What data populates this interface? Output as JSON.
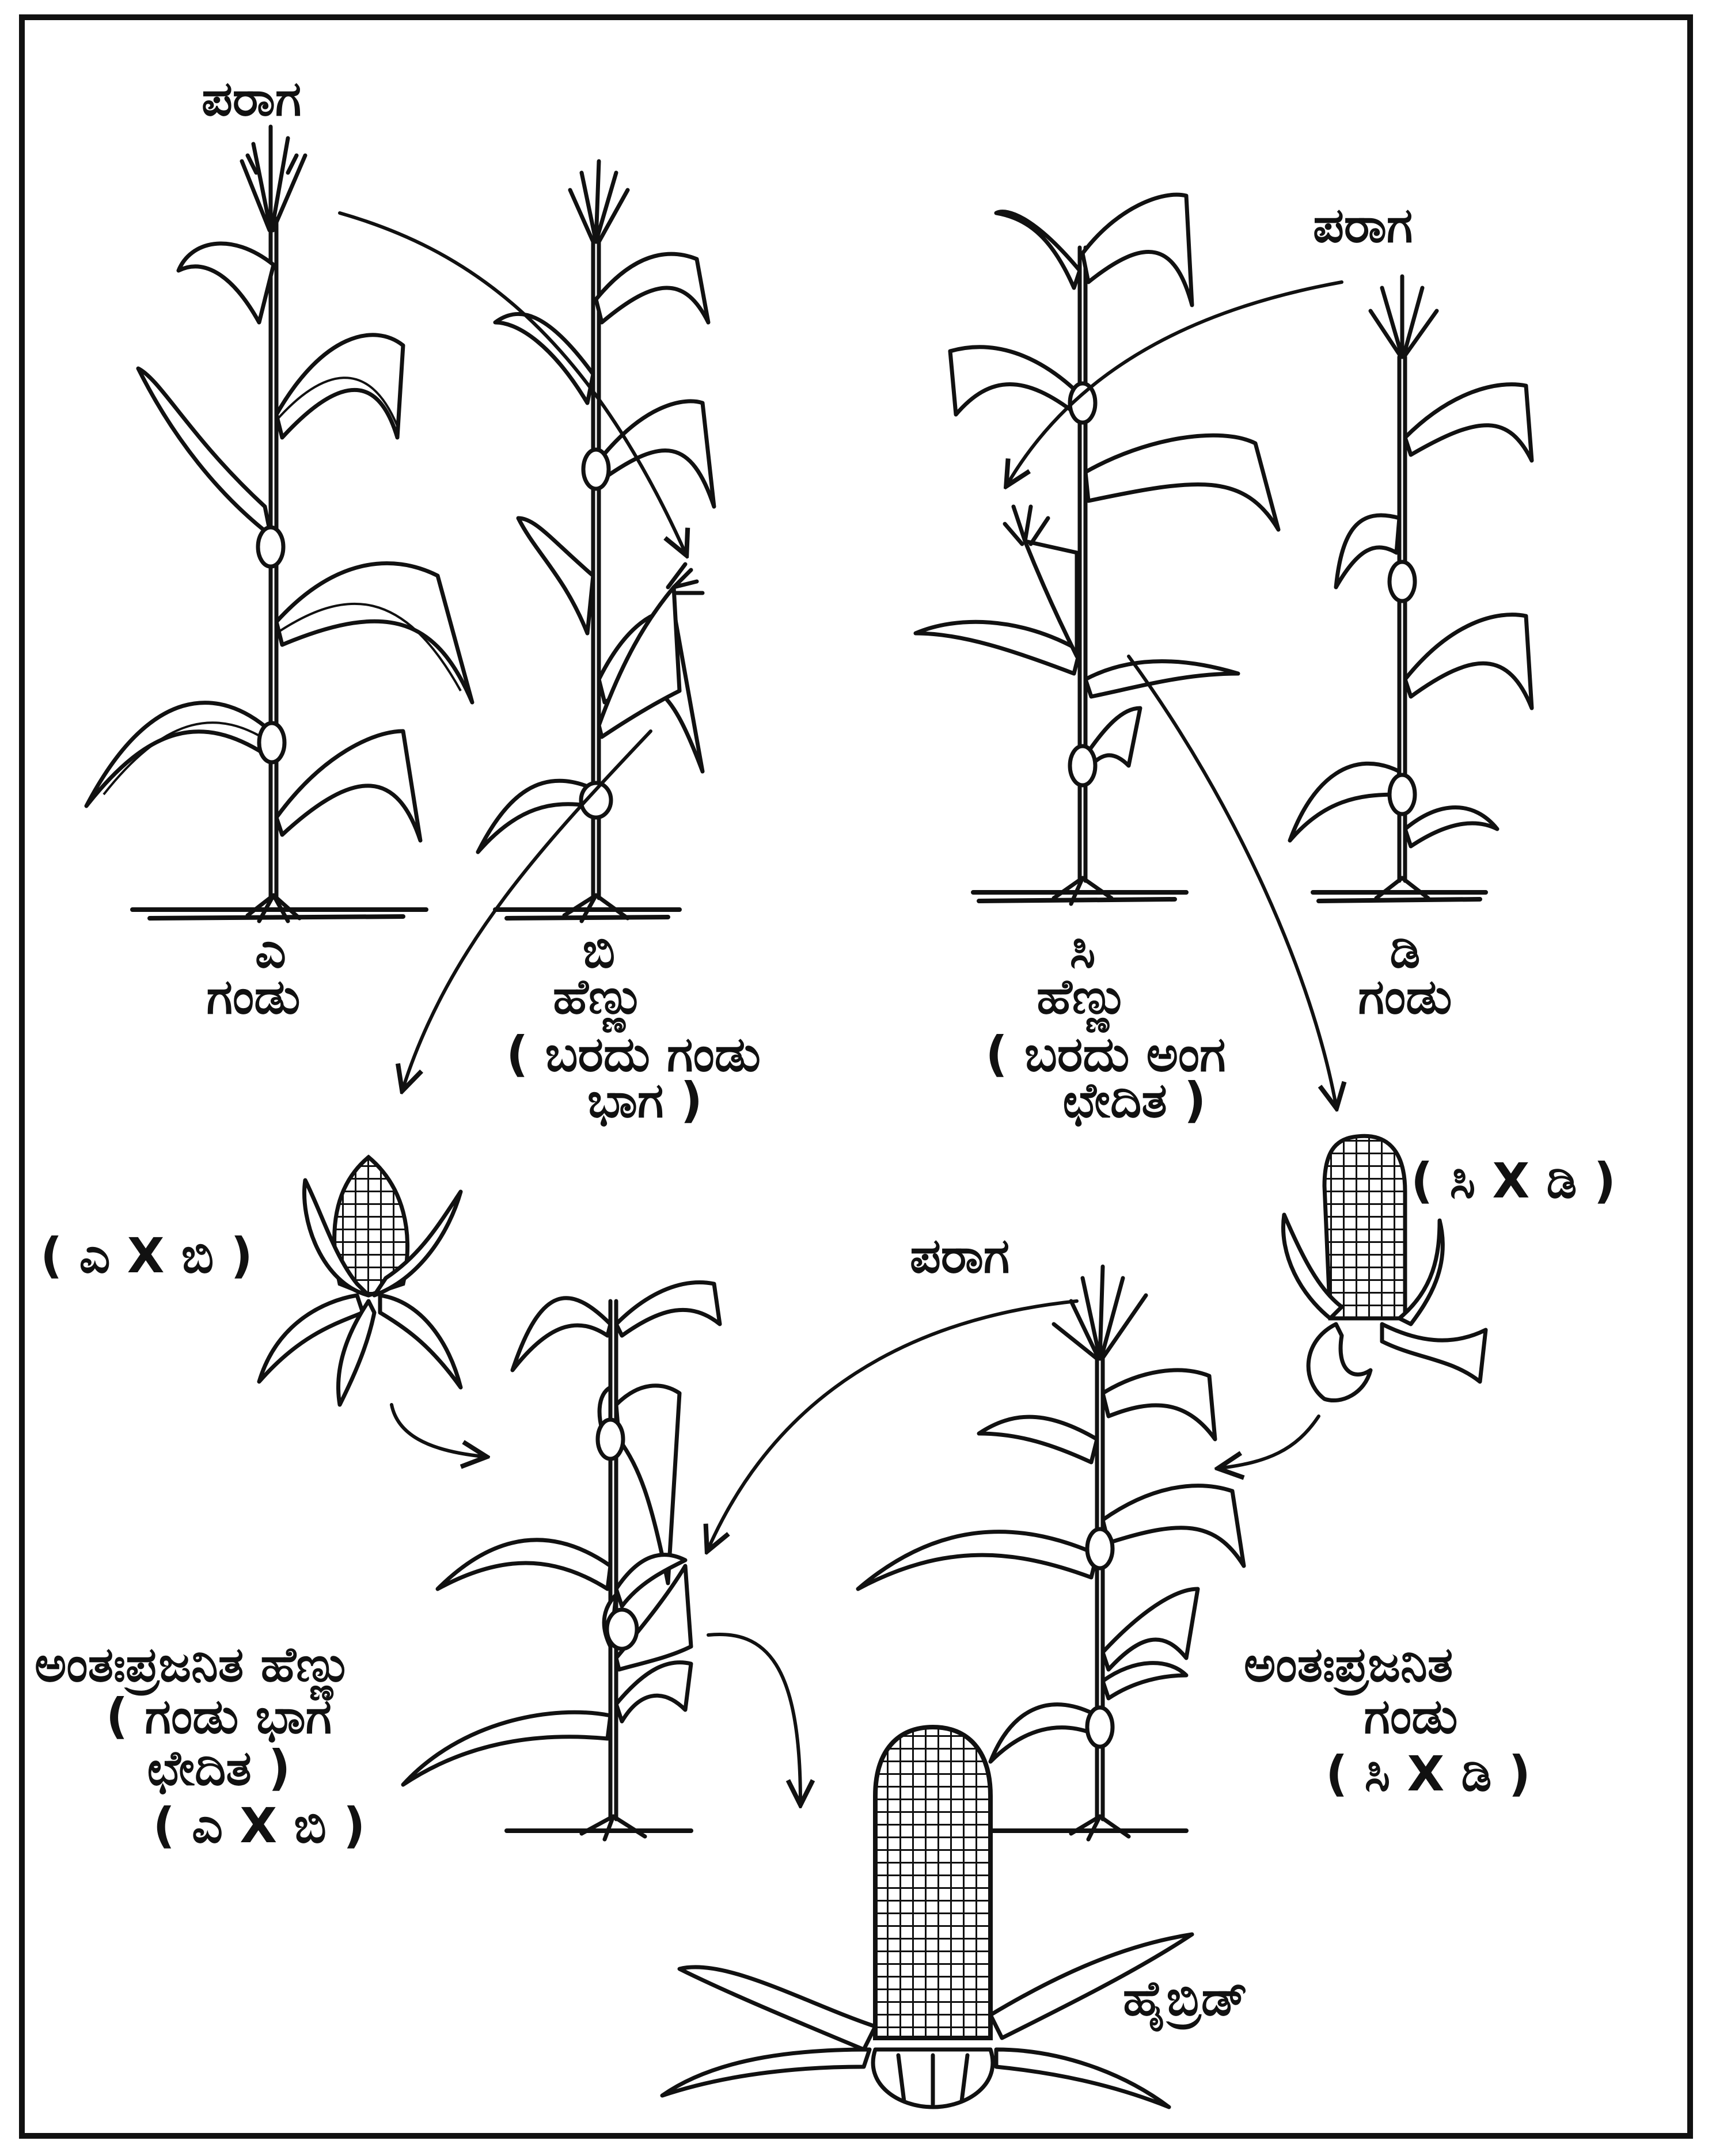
{
  "plants": {
    "a": {
      "pollen_label": "ಪರಾಗ",
      "letter": "ಎ",
      "role": "ಗಂಡು"
    },
    "b": {
      "letter": "ಬಿ",
      "role": "ಹೆಣ್ಣು",
      "note_line1": "( ಬರದು ಗಂಡು",
      "note_line2": "ಭಾಗ )"
    },
    "c": {
      "letter": "ಸಿ",
      "role": "ಹೆಣ್ಣು",
      "note_line1": "( ಬರದು ಅಂಗ",
      "note_line2": "ಛೇದಿತ )"
    },
    "d": {
      "pollen_label": "ಪರಾಗ",
      "letter": "ಡಿ",
      "role": "ಗಂಡು"
    }
  },
  "crosses": {
    "ab_cob": "( ಎ X ಬಿ )",
    "cd_cob": "( ಸಿ X ಡಿ )",
    "pollen_label": "ಪರಾಗ"
  },
  "inbred_female": {
    "line1": "ಅಂತಃಪ್ರಜನಿತ ಹೆಣ್ಣು",
    "line2": "( ಗಂಡು ಭಾಗ",
    "line3": "ಛೇದಿತ )",
    "line4": "( ಎ X ಬಿ )"
  },
  "inbred_male": {
    "line1": "ಅಂತಃಪ್ರಜನಿತ",
    "line2": "ಗಂಡು",
    "line3": "( ಸಿ X ಡಿ )"
  },
  "hybrid_label": "ಹೈಬ್ರಿಡ್",
  "colors": {
    "ink": "#111111",
    "paper": "#ffffff"
  }
}
